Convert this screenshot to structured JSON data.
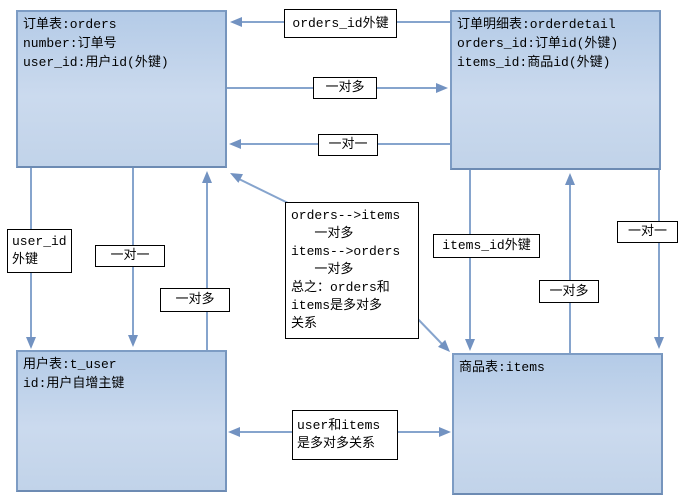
{
  "entities": {
    "orders": {
      "text": "订单表:orders\nnumber:订单号\nuser_id:用户id(外键)"
    },
    "orderdetail": {
      "text": "订单明细表:orderdetail\norders_id:订单id(外键)\nitems_id:商品id(外键)"
    },
    "t_user": {
      "text": "用户表:t_user\nid:用户自增主键"
    },
    "items": {
      "text": "商品表:items"
    }
  },
  "labels": {
    "orders_id_fk": "orders_id外键",
    "top_one_to_many": "一对多",
    "top_one_to_one": "一对一",
    "user_id_fk": "user_id\n外键",
    "left_one_to_one": "一对一",
    "left_one_to_many": "一对多",
    "items_id_fk": "items_id外键",
    "right_one_to_many": "一对多",
    "right_one_to_one": "一对一",
    "bottom_relation": "user和items\n是多对多关系",
    "center_note": "orders-->items\n   一对多\nitems-->orders\n   一对多\n总之：orders和\nitems是多对多\n关系"
  },
  "colors": {
    "entity_fill_top": "#b4cbe7",
    "entity_fill_bottom": "#c1d3e9",
    "entity_border": "#7d9cc4",
    "connector_line": "#86a4cd",
    "connector_head": "#7292c1",
    "label_background": "#ffffff",
    "label_border": "#000000",
    "text": "#000000"
  }
}
